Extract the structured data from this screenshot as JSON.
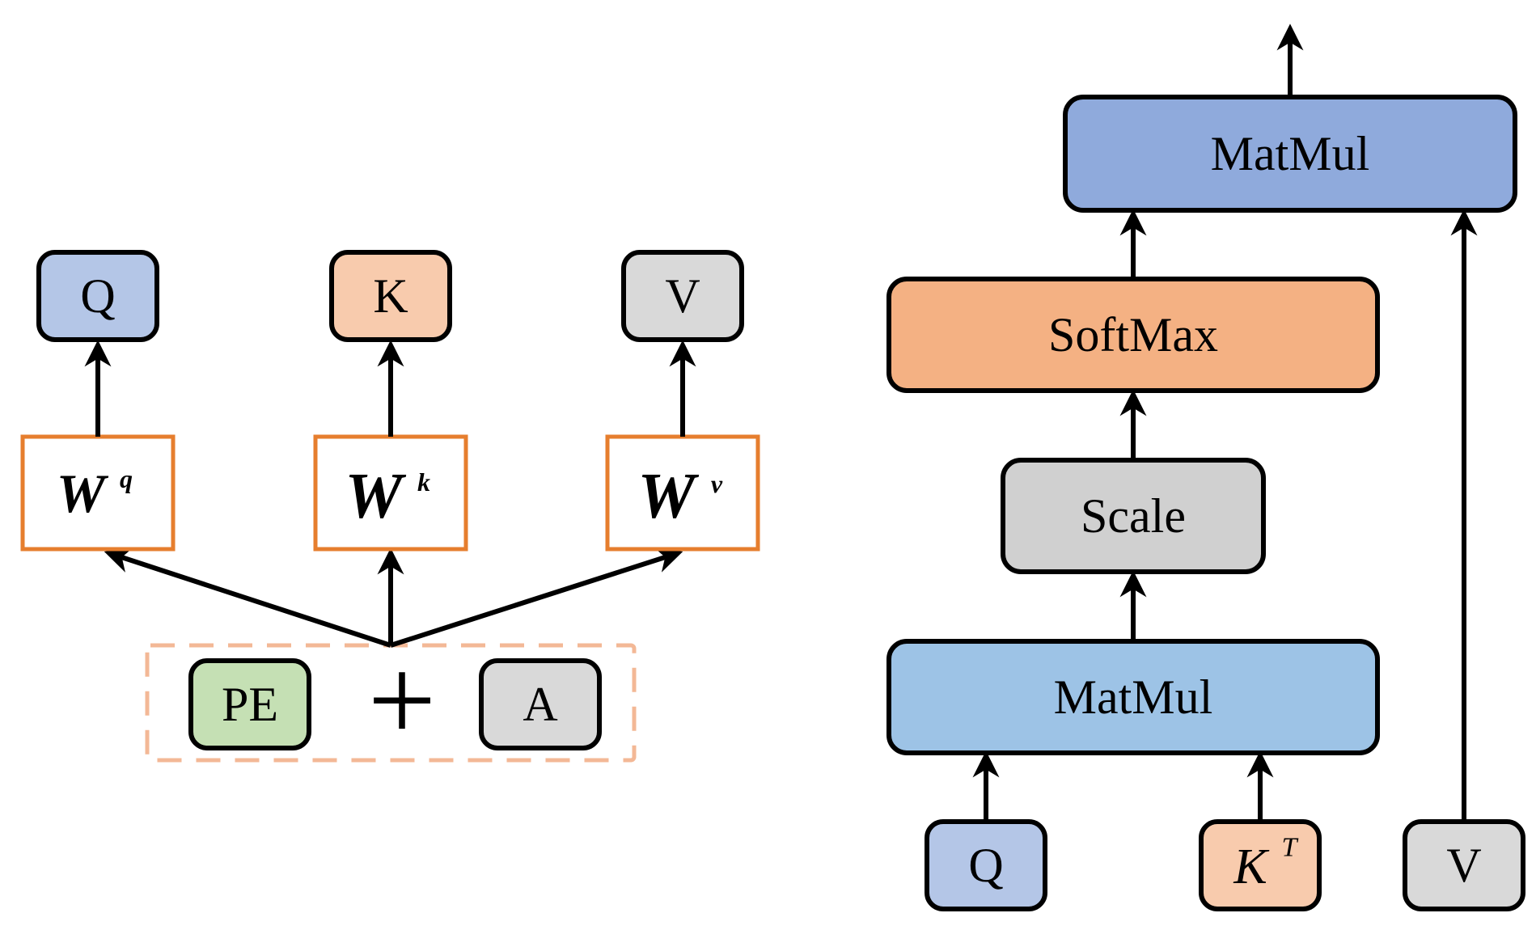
{
  "left_diagram": {
    "q_label": "Q",
    "k_label": "K",
    "v_label": "V",
    "wq_base": "W",
    "wq_sup": "q",
    "wk_base": "W",
    "wk_sup": "k",
    "wv_base": "W",
    "wv_sup": "v",
    "pe_label": "PE",
    "plus_label": "+",
    "a_label": "A"
  },
  "right_diagram": {
    "matmul_top_label": "MatMul",
    "softmax_label": "SoftMax",
    "scale_label": "Scale",
    "matmul_bottom_label": "MatMul",
    "q_label": "Q",
    "kt_base": "K",
    "kt_sup": "T",
    "v_label": "V"
  },
  "colors": {
    "q_fill": "#B4C6E7",
    "k_fill": "#F8CBAD",
    "v_fill": "#D9D9D9",
    "pe_fill": "#C5E0B4",
    "a_fill": "#D9D9D9",
    "weight_border": "#E67E2E",
    "dash_border": "#F3B896",
    "matmul_top_fill": "#8FAADC",
    "softmax_fill": "#F4B183",
    "scale_fill": "#D0D0D0",
    "matmul_bottom_fill": "#9DC3E6"
  },
  "icons": {
    "arrow": "arrow-up-icon"
  }
}
